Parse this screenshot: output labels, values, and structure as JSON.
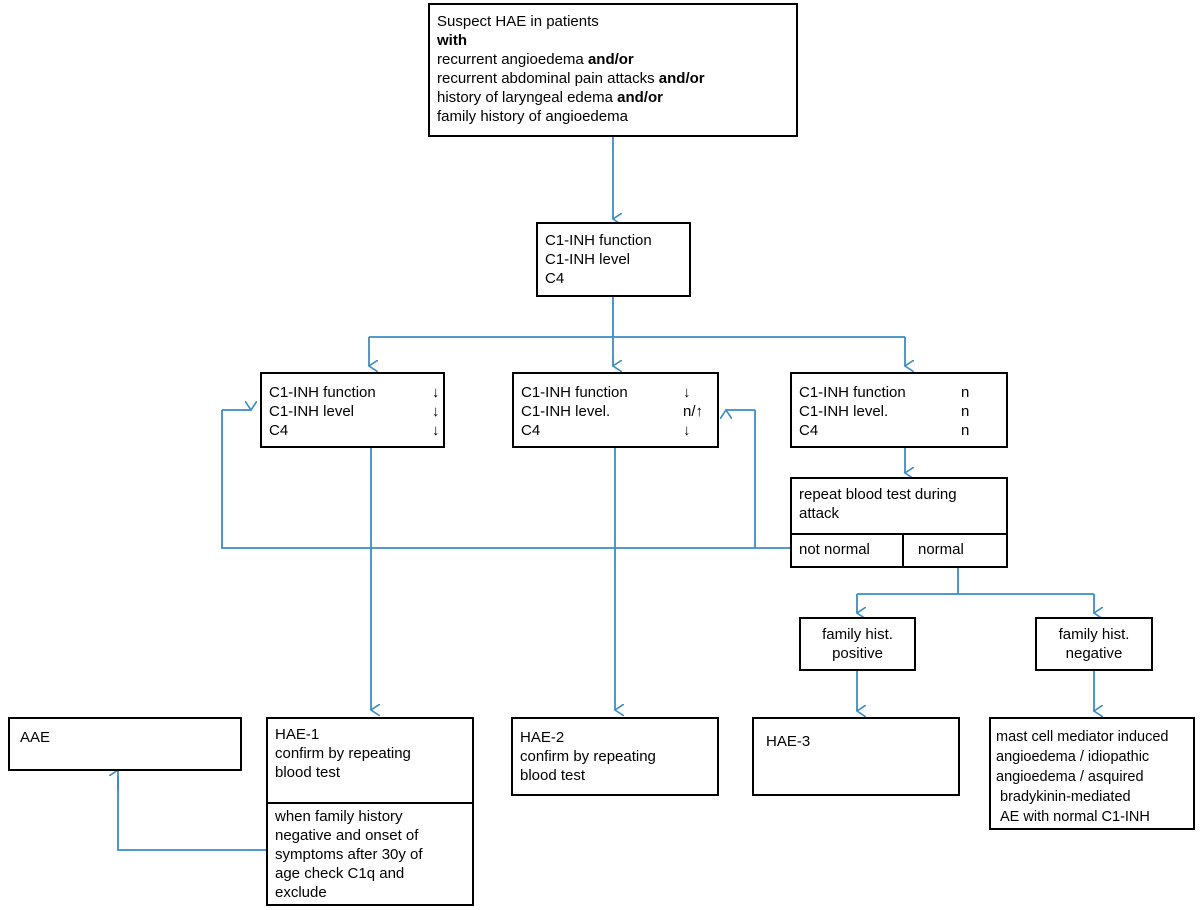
{
  "colors": {
    "connector": "#3a8cc4",
    "border": "#000000"
  },
  "start": {
    "line1": "Suspect HAE in patients",
    "line2": "with",
    "line3_text": "recurrent angioedema ",
    "line3_bold": "and/or",
    "line4_text": "recurrent abdominal pain attacks ",
    "line4_bold": "and/or",
    "line5_text": "history of laryngeal edema ",
    "line5_bold": "and/or",
    "line6": "family history of angioedema"
  },
  "tests": {
    "line1": "C1-INH function",
    "line2": "C1-INH level",
    "line3": "C4"
  },
  "branch1": {
    "row1_label": "C1-INH function",
    "row1_value": "↓",
    "row2_label": "C1-INH level",
    "row2_value": "↓",
    "row3_label": "C4",
    "row3_value": "↓"
  },
  "branch2": {
    "row1_label": "C1-INH function",
    "row1_value": "↓",
    "row2_label": "C1-INH level.",
    "row2_value": "n/↑",
    "row3_label": "C4",
    "row3_value": "↓"
  },
  "branch3": {
    "row1_label": "C1-INH function",
    "row1_value": "n",
    "row2_label": "C1-INH level.",
    "row2_value": "n",
    "row3_label": "C4",
    "row3_value": "n"
  },
  "repeat": {
    "title": "repeat blood test during attack",
    "not_normal": "not normal",
    "normal": "normal"
  },
  "family_positive": "family hist. positive",
  "family_negative": "family hist. negative",
  "aae": "AAE",
  "hae1": {
    "title": "HAE-1",
    "confirm": "confirm by repeating blood test",
    "note": "when family history negative and onset of symptoms after 30y of age check C1q and exclude"
  },
  "hae2": {
    "title": "HAE-2",
    "confirm": "confirm by repeating blood test"
  },
  "hae3": {
    "title": "HAE-3"
  },
  "mast": {
    "line1": "mast cell mediator induced",
    "line2": "angioedema / idiopathic",
    "line3": "angioedema / asquired",
    "line4": "bradykinin-mediated",
    "line5": "AE with normal C1-INH"
  }
}
